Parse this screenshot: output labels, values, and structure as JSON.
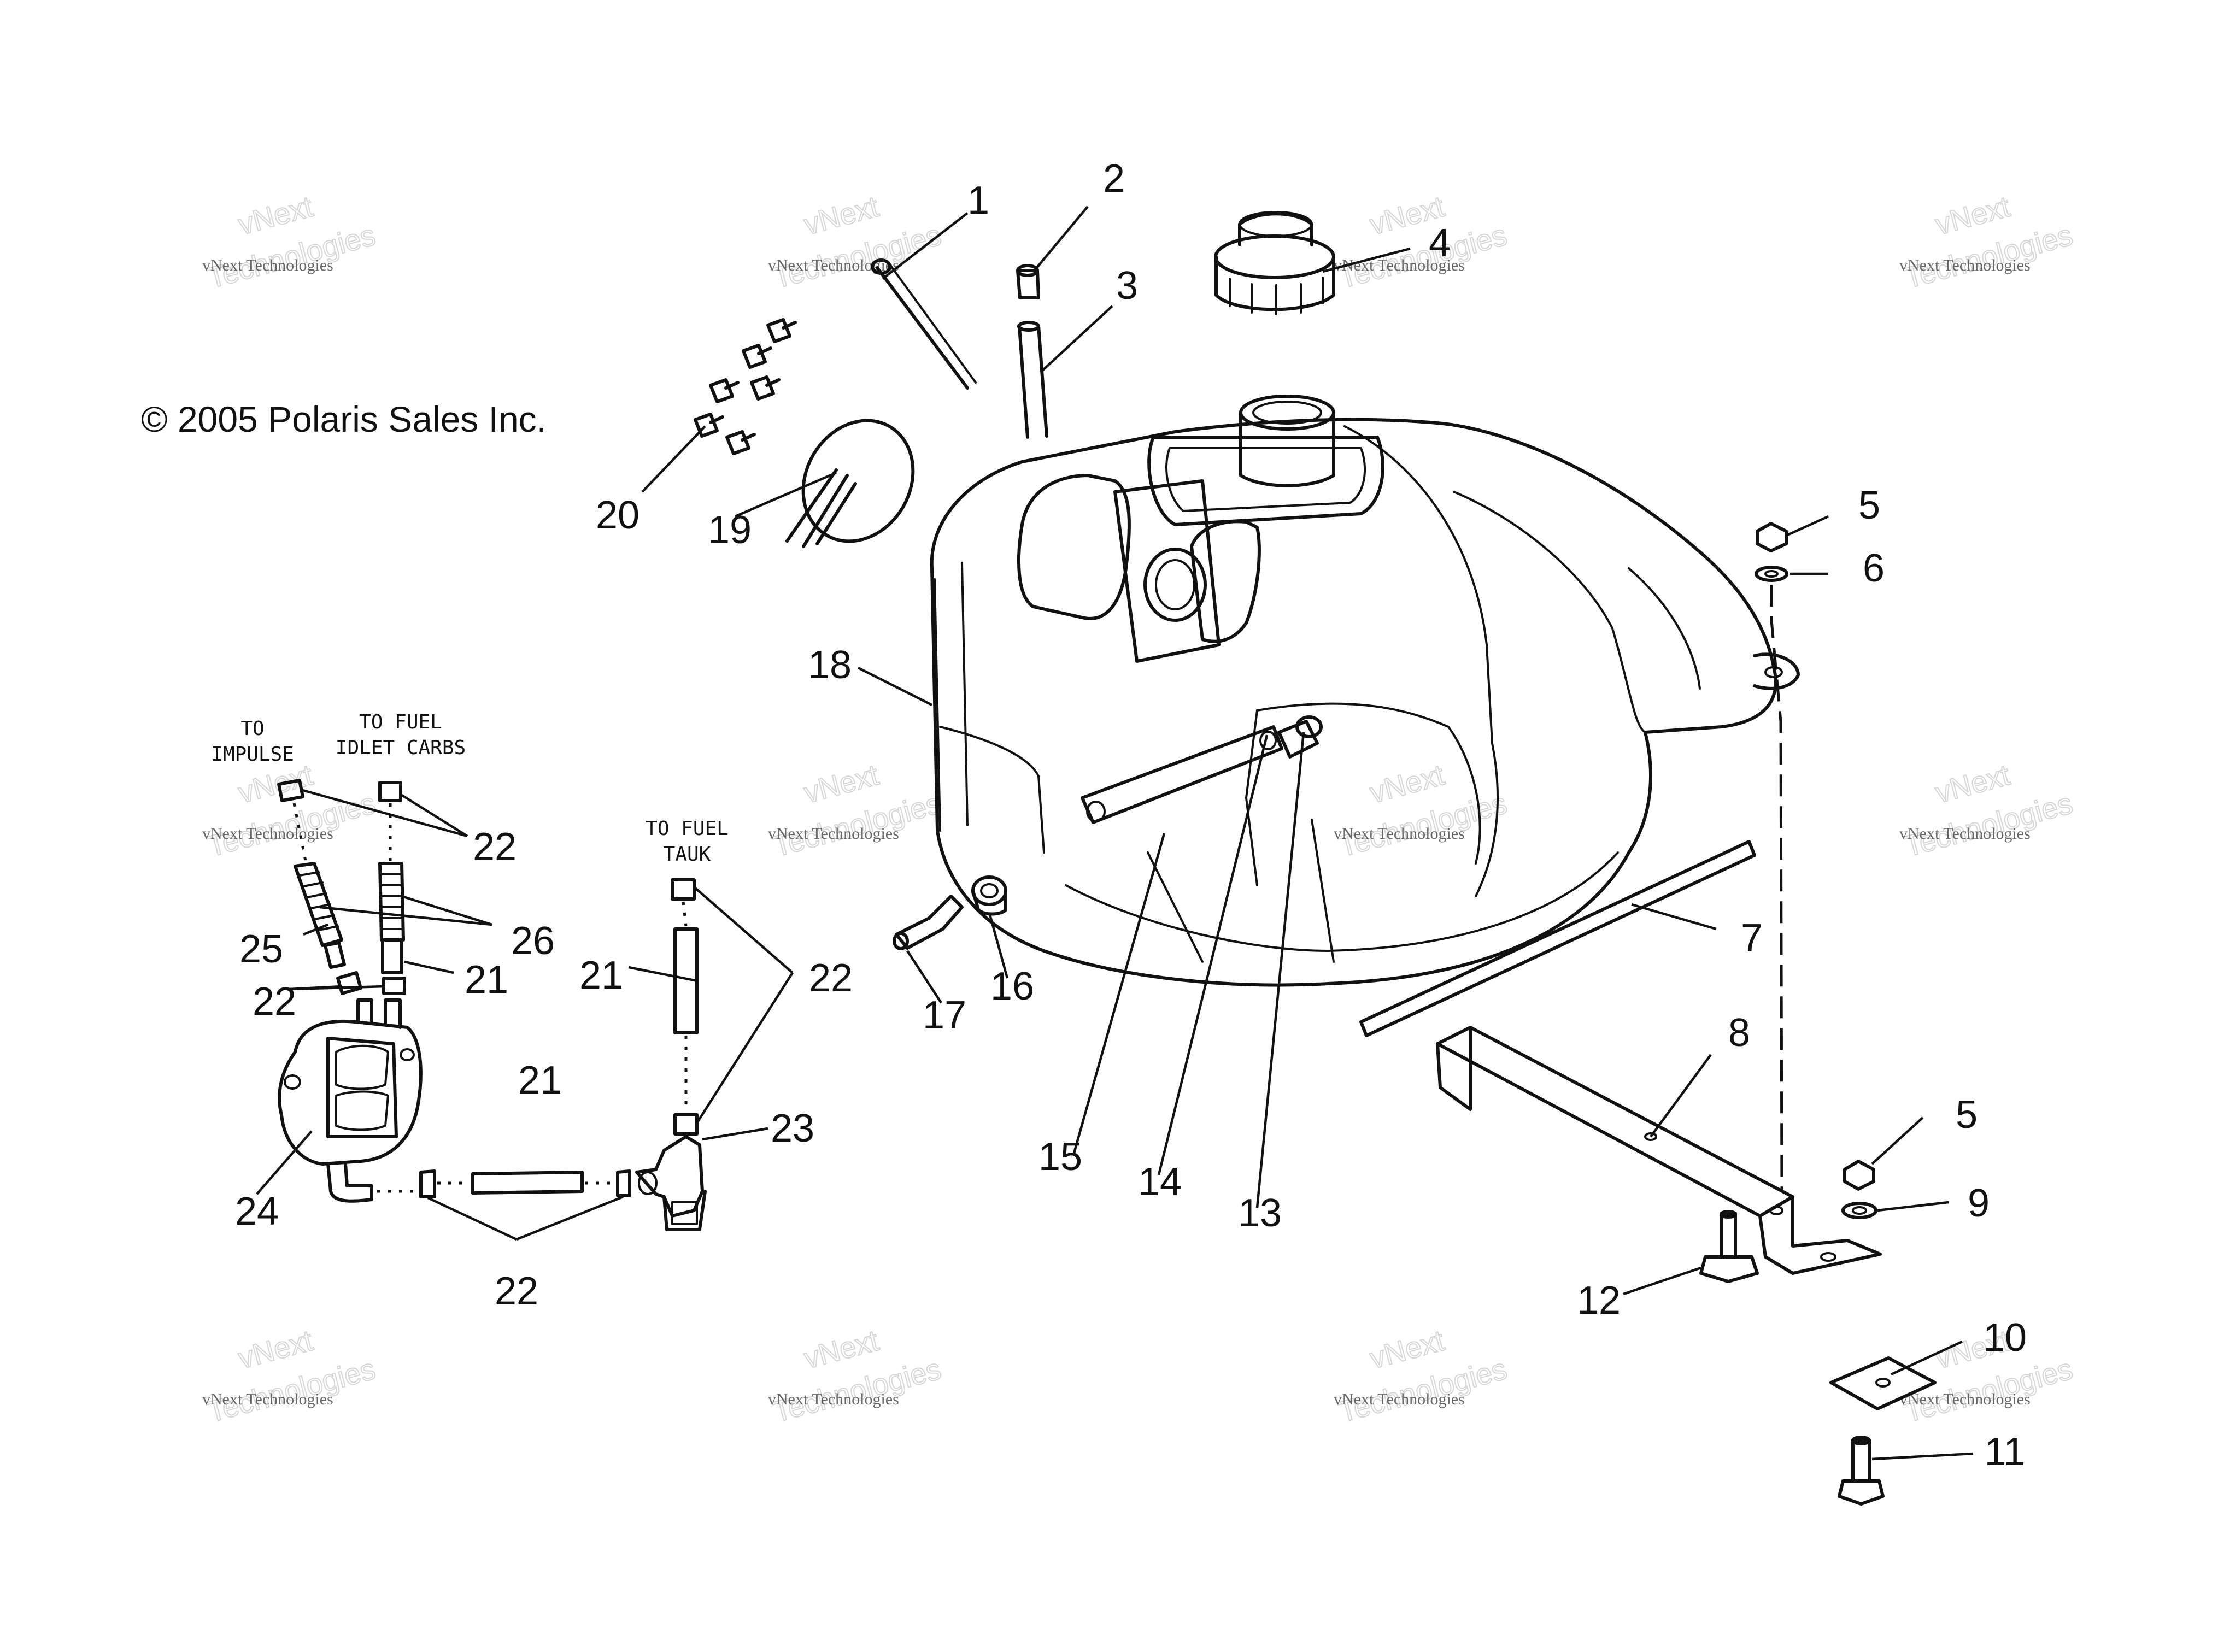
{
  "copyright": "© 2005 Polaris Sales Inc.",
  "notes": {
    "to_impulse": [
      "TO",
      "IMPULSE"
    ],
    "to_fuel_inlet": [
      "TO FUEL",
      "IDLET CARBS"
    ],
    "to_fuel_tank": [
      "TO FUEL",
      "TAUK"
    ]
  },
  "watermark": {
    "name": "vNext Technologies",
    "line1": "vNext",
    "line2": "Technologies"
  },
  "callouts": {
    "c1": "1",
    "c2": "2",
    "c3": "3",
    "c4": "4",
    "c5a": "5",
    "c5b": "5",
    "c6": "6",
    "c7": "7",
    "c8": "8",
    "c9": "9",
    "c10": "10",
    "c11": "11",
    "c12": "12",
    "c13": "13",
    "c14": "14",
    "c15": "15",
    "c16": "16",
    "c17": "17",
    "c18": "18",
    "c19": "19",
    "c20": "20",
    "c21a": "21",
    "c21b": "21",
    "c21c": "21",
    "c22a": "22",
    "c22b": "22",
    "c22c": "22",
    "c22d": "22",
    "c23": "23",
    "c24": "24",
    "c25": "25",
    "c26": "26"
  }
}
